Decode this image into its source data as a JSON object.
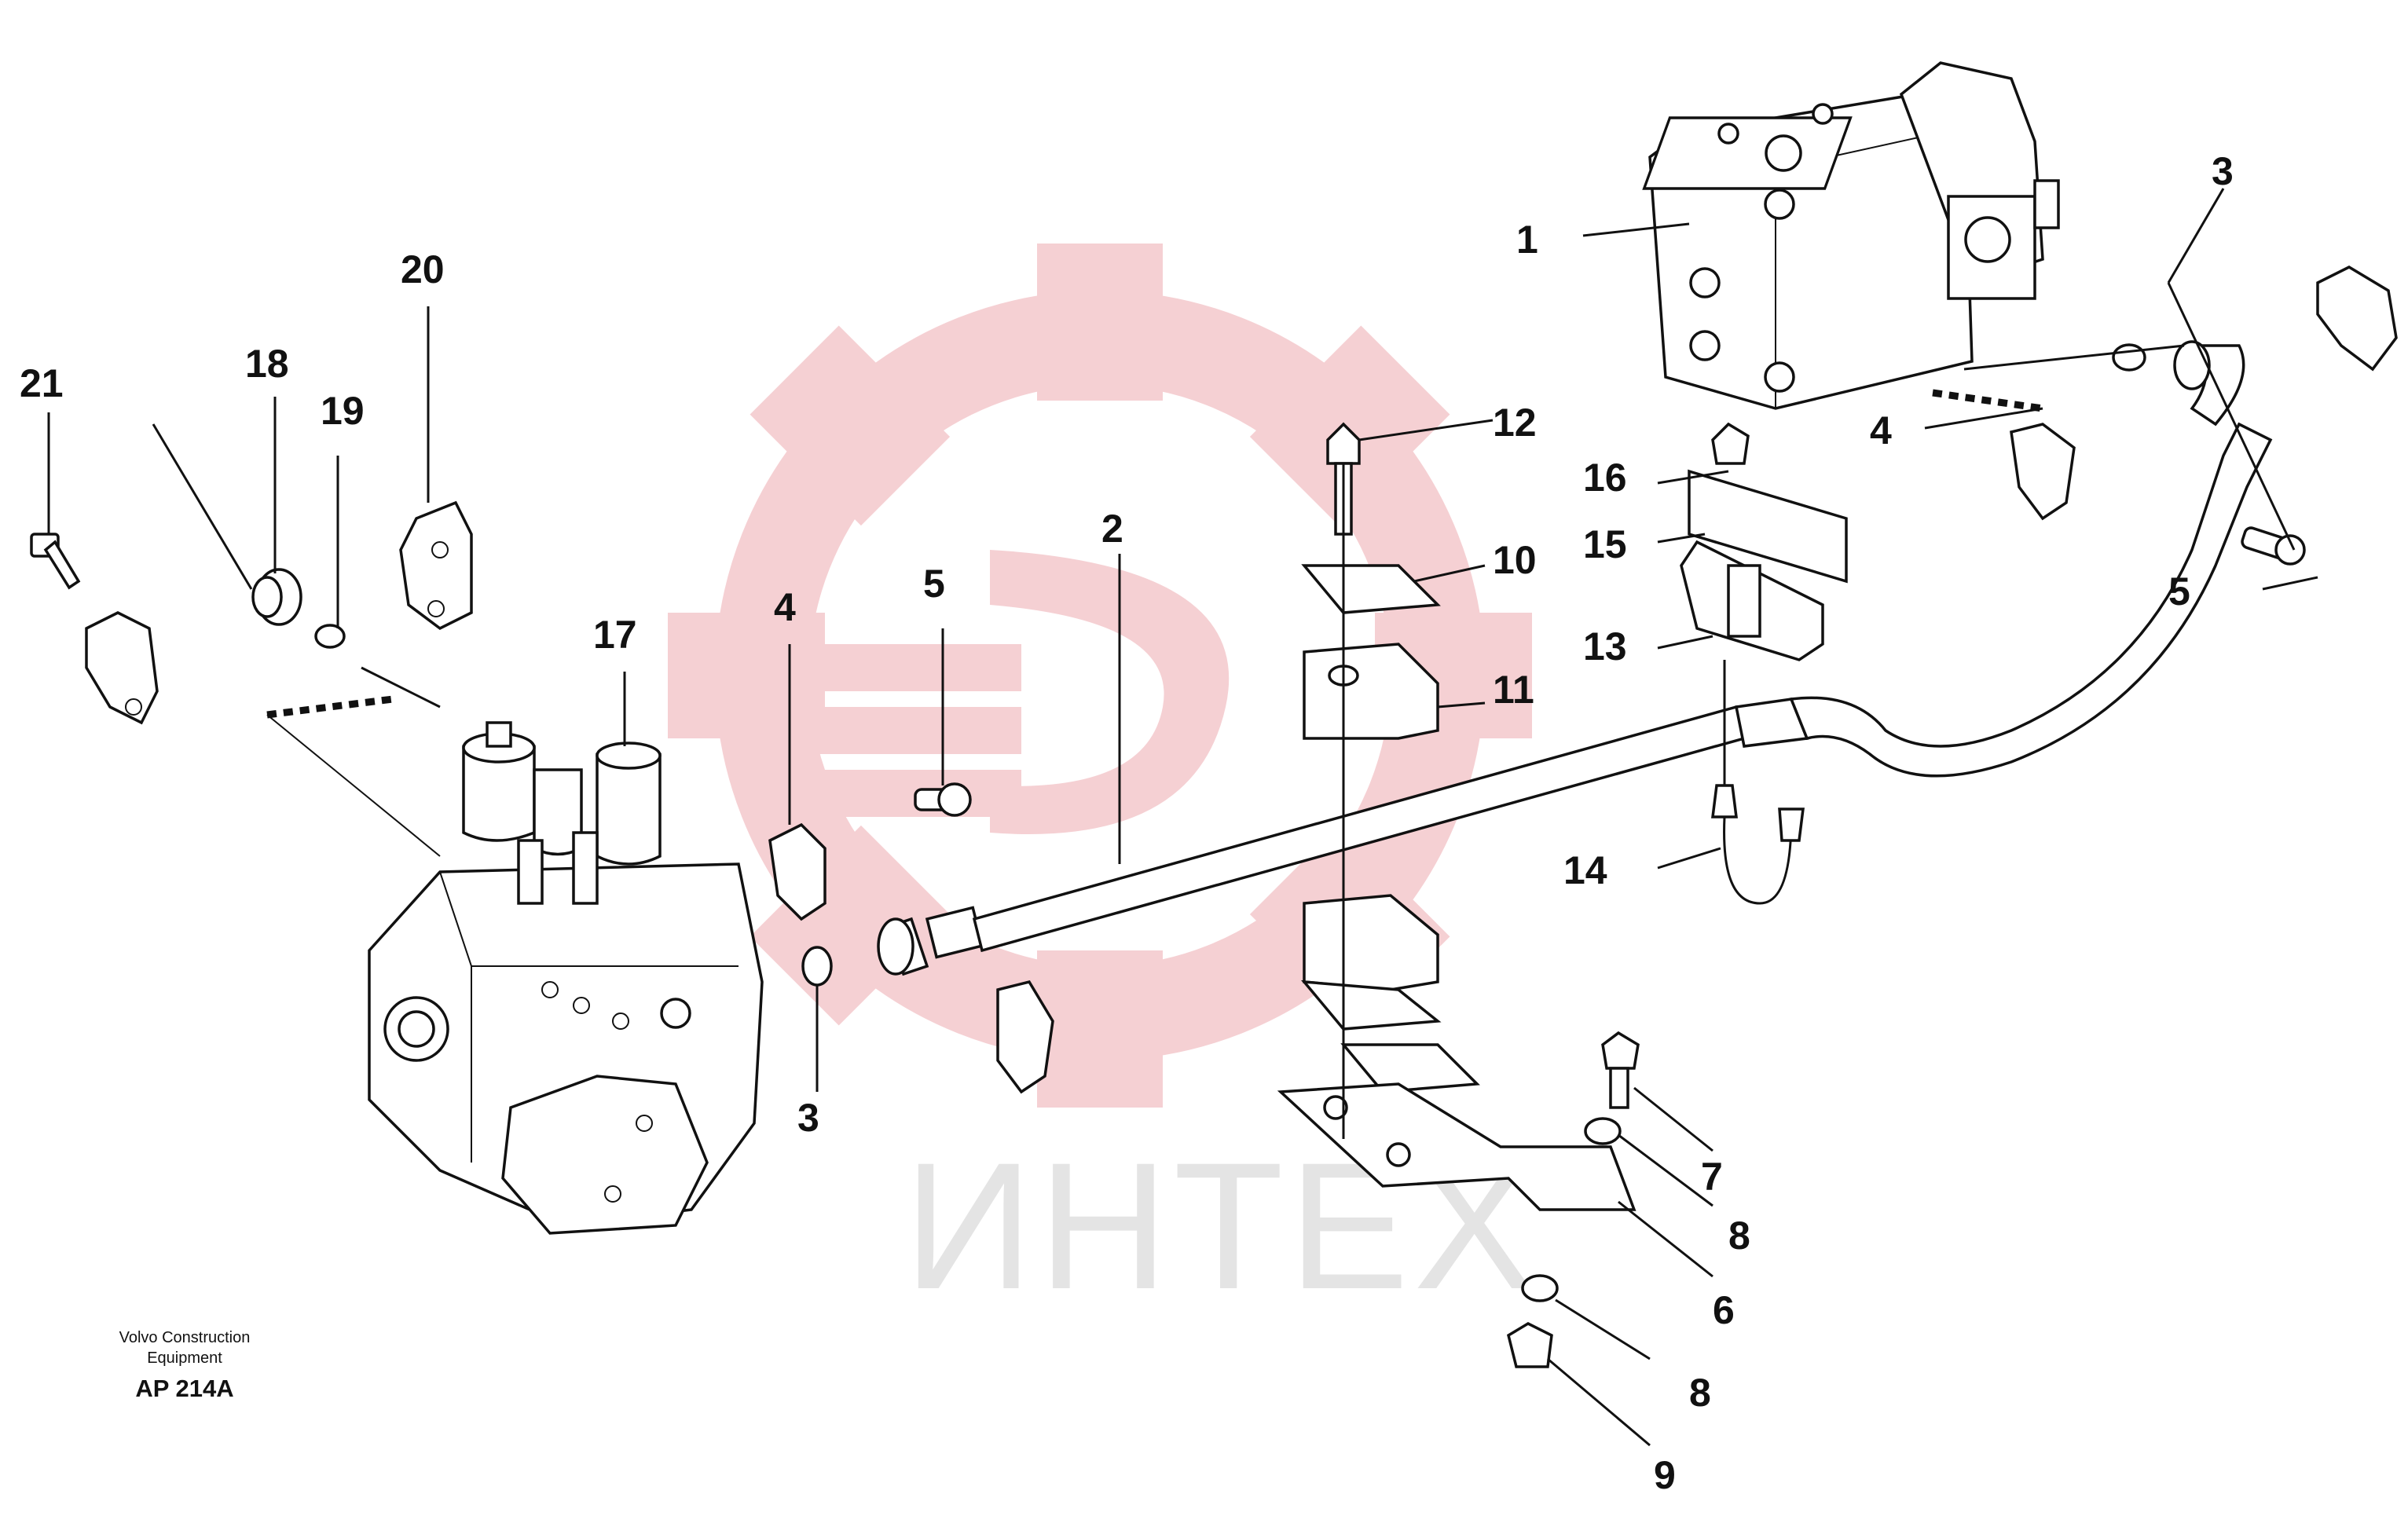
{
  "diagram": {
    "watermark_text": "ИНТЕХ",
    "brand": "Volvo Construction Equipment",
    "brand_lines": [
      "Volvo Construction",
      "Equipment"
    ],
    "figure_code": "AP 214A",
    "callouts": {
      "c1": "1",
      "c2": "2",
      "c3a": "3",
      "c3b": "3",
      "c4a": "4",
      "c4b": "4",
      "c5a": "5",
      "c5b": "5",
      "c6": "6",
      "c7": "7",
      "c8a": "8",
      "c8b": "8",
      "c9": "9",
      "c10": "10",
      "c11": "11",
      "c12": "12",
      "c13": "13",
      "c14": "14",
      "c15": "15",
      "c16": "16",
      "c17": "17",
      "c18": "18",
      "c19": "19",
      "c20": "20",
      "c21": "21"
    },
    "colors": {
      "watermark": "#f4c8cc",
      "watermark_text": "#e4e4e4",
      "ink": "#111111"
    }
  }
}
